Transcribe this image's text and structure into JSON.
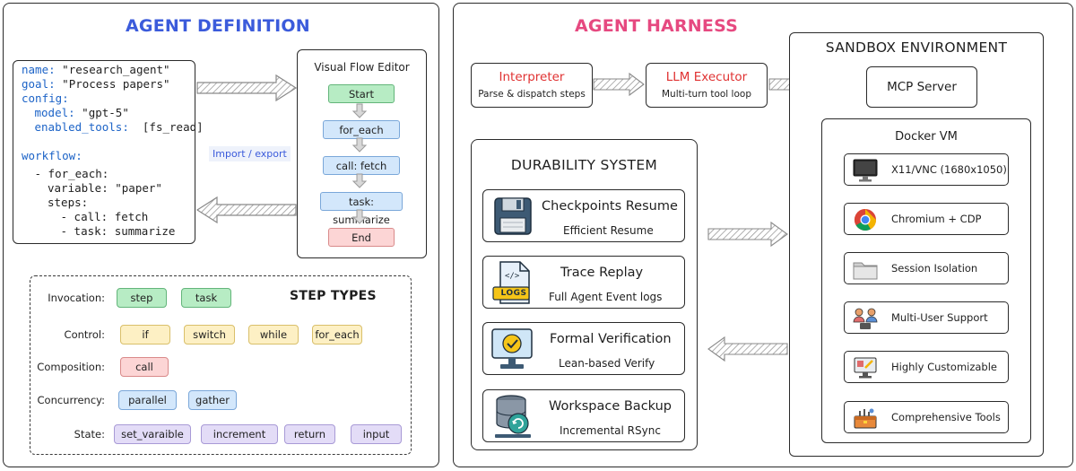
{
  "left_panel": {
    "title": "AGENT DEFINITION",
    "code_lines": [
      {
        "key": "name:",
        "val": " \"research_agent\"",
        "indent": 0
      },
      {
        "key": "goal:",
        "val": " \"Process papers\"",
        "indent": 0
      },
      {
        "key": "config:",
        "val": "",
        "indent": 0
      },
      {
        "key": "model:",
        "val": " \"gpt-5\"",
        "indent": 1
      },
      {
        "key": "enabled_tools:",
        "val": "  [fs_read]",
        "indent": 1
      },
      {
        "key": "workflow:",
        "val": "",
        "indent": 0
      },
      {
        "key": "",
        "val": "- for_each:",
        "indent": 1
      },
      {
        "key": "",
        "val": "variable: \"paper\"",
        "indent": 2
      },
      {
        "key": "",
        "val": "steps:",
        "indent": 2
      },
      {
        "key": "",
        "val": "- call: fetch",
        "indent": 3
      },
      {
        "key": "",
        "val": "- task: summarize",
        "indent": 3
      }
    ],
    "import_export_label": "Import / export",
    "flow_editor": {
      "title": "Visual Flow Editor",
      "nodes": [
        "Start",
        "for_each",
        "call: fetch",
        "task: summarize",
        "End"
      ]
    },
    "step_types": {
      "title": "STEP TYPES",
      "rows": [
        {
          "label": "Invocation:",
          "chips": [
            "step",
            "task"
          ],
          "color": "green"
        },
        {
          "label": "Control:",
          "chips": [
            "if",
            "switch",
            "while",
            "for_each"
          ],
          "color": "yellow"
        },
        {
          "label": "Composition:",
          "chips": [
            "call"
          ],
          "color": "red"
        },
        {
          "label": "Concurrency:",
          "chips": [
            "parallel",
            "gather"
          ],
          "color": "blue"
        },
        {
          "label": "State:",
          "chips": [
            "set_varaible",
            "increment",
            "return",
            "input"
          ],
          "color": "purple"
        }
      ]
    }
  },
  "right_panel": {
    "title": "AGENT HARNESS",
    "interpreter": {
      "title": "Interpreter",
      "sub": "Parse & dispatch steps"
    },
    "llm_executor": {
      "title": "LLM Executor",
      "sub": "Multi-turn tool loop"
    },
    "durability": {
      "title": "DURABILITY SYSTEM",
      "items": [
        {
          "title": "Checkpoints Resume",
          "sub": "Efficient Resume",
          "icon": "floppy-disk-icon"
        },
        {
          "title": "Trace Replay",
          "sub": "Full Agent Event logs",
          "icon": "logs-file-icon",
          "badge": "LOGS"
        },
        {
          "title": "Formal Verification",
          "sub": "Lean-based Verify",
          "icon": "verified-monitor-icon"
        },
        {
          "title": "Workspace Backup",
          "sub": "Incremental RSync",
          "icon": "database-sync-icon"
        }
      ]
    },
    "sandbox": {
      "title": "SANDBOX ENVIRONMENT",
      "mcp_server": "MCP Server",
      "docker_vm": {
        "title": "Docker VM",
        "items": [
          {
            "label": "X11/VNC (1680x1050)",
            "icon": "monitor-icon"
          },
          {
            "label": "Chromium + CDP",
            "icon": "chrome-icon"
          },
          {
            "label": "Session Isolation",
            "icon": "folder-icon"
          },
          {
            "label": "Multi-User Support",
            "icon": "users-icon"
          },
          {
            "label": "Highly Customizable",
            "icon": "paint-monitor-icon"
          },
          {
            "label": "Comprehensive Tools",
            "icon": "toolbox-icon"
          }
        ]
      }
    }
  },
  "colors": {
    "title_blue": "#3b5bdb",
    "title_red": "#e64980",
    "code_key": "#1c63c7",
    "accent_red_text": "#e03131"
  }
}
